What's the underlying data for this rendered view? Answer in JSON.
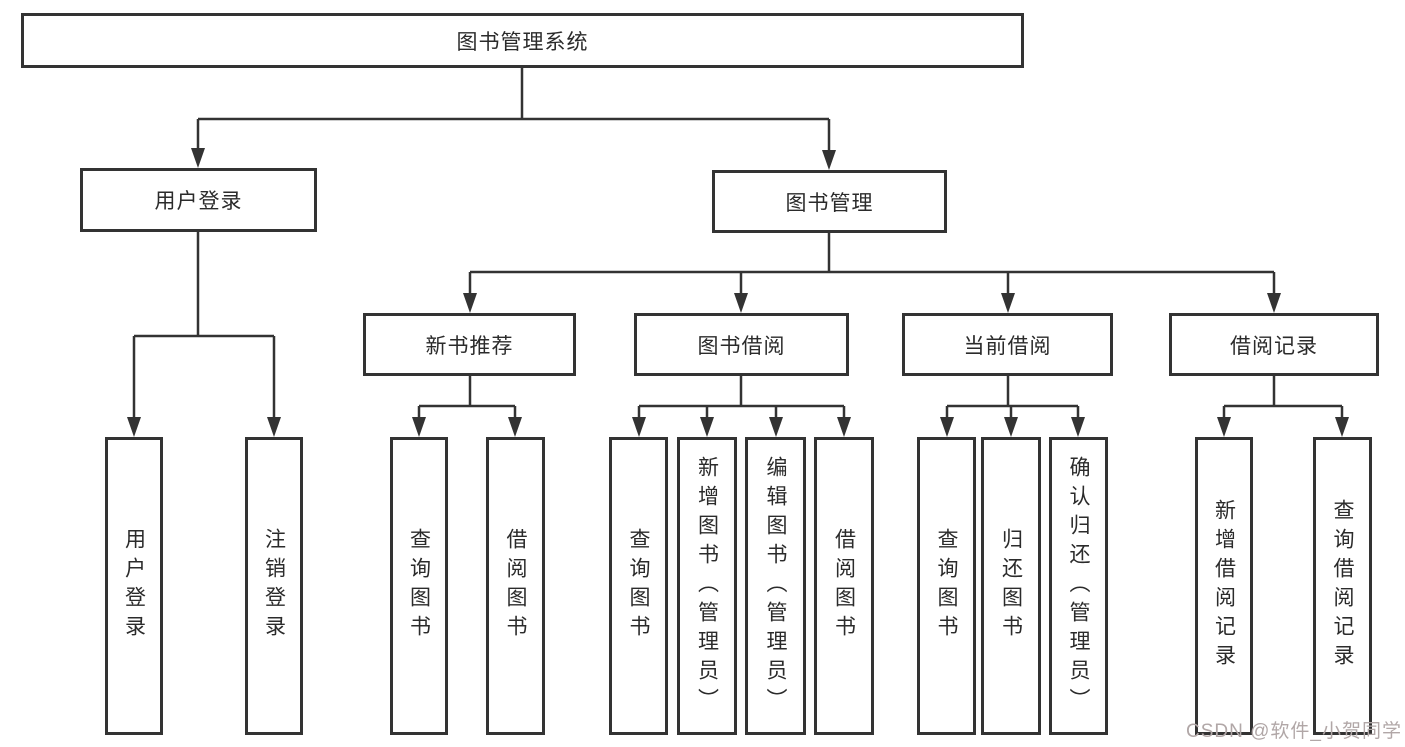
{
  "diagram": {
    "type": "tree",
    "root": {
      "label": "图书管理系统"
    },
    "branches": [
      {
        "label": "用户登录",
        "children": [
          {
            "label": "用户登录"
          },
          {
            "label": "注销登录"
          }
        ]
      },
      {
        "label": "图书管理",
        "children": [
          {
            "label": "新书推荐",
            "children": [
              {
                "label": "查询图书"
              },
              {
                "label": "借阅图书"
              }
            ]
          },
          {
            "label": "图书借阅",
            "children": [
              {
                "label": "查询图书"
              },
              {
                "label": "新增图书（管理员）"
              },
              {
                "label": "编辑图书（管理员）"
              },
              {
                "label": "借阅图书"
              }
            ]
          },
          {
            "label": "当前借阅",
            "children": [
              {
                "label": "查询图书"
              },
              {
                "label": "归还图书"
              },
              {
                "label": "确认归还（管理员）"
              }
            ]
          },
          {
            "label": "借阅记录",
            "children": [
              {
                "label": "新增借阅记录"
              },
              {
                "label": "查询借阅记录"
              }
            ]
          }
        ]
      }
    ]
  },
  "colors": {
    "line": "#333333",
    "box_border": "#333333",
    "text": "#2b2b2b",
    "watermark": "#b1a7a7",
    "background": "#ffffff"
  },
  "watermark": {
    "text": "CSDN @软件_小贺同学"
  }
}
